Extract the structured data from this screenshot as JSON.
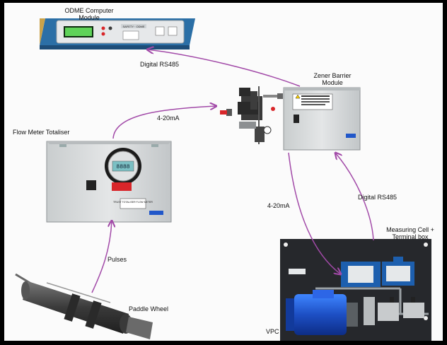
{
  "labels": {
    "odme": [
      "ODME Computer",
      "Module"
    ],
    "zener": [
      "Zener Barrier",
      "Module"
    ],
    "flow_meter": "Flow Meter Totaliser",
    "measuring_cell": [
      "Measuring Cell +",
      "Terminal box"
    ],
    "paddle_wheel": "Paddle Wheel",
    "vpc": "VPC"
  },
  "connections": {
    "digital_rs485_top": "Digital RS485",
    "ma_4_20_top": "4-20mA",
    "pulses": "Pulses",
    "ma_4_20_right": "4-20mA",
    "digital_rs485_right": "Digital RS485"
  },
  "panel_text": {
    "odme_front": "SAFETY · ODME",
    "flow_plate": "TRUST TOTALISER FLOW METER",
    "display_reading": "8888"
  },
  "colors": {
    "arrow": "#a24aa8",
    "enclosure": "#d9dcdd",
    "panel": "#26282c",
    "accent_blue": "#2157c9",
    "lcd_green": "#5fd35a",
    "warning_red": "#d8262a"
  }
}
